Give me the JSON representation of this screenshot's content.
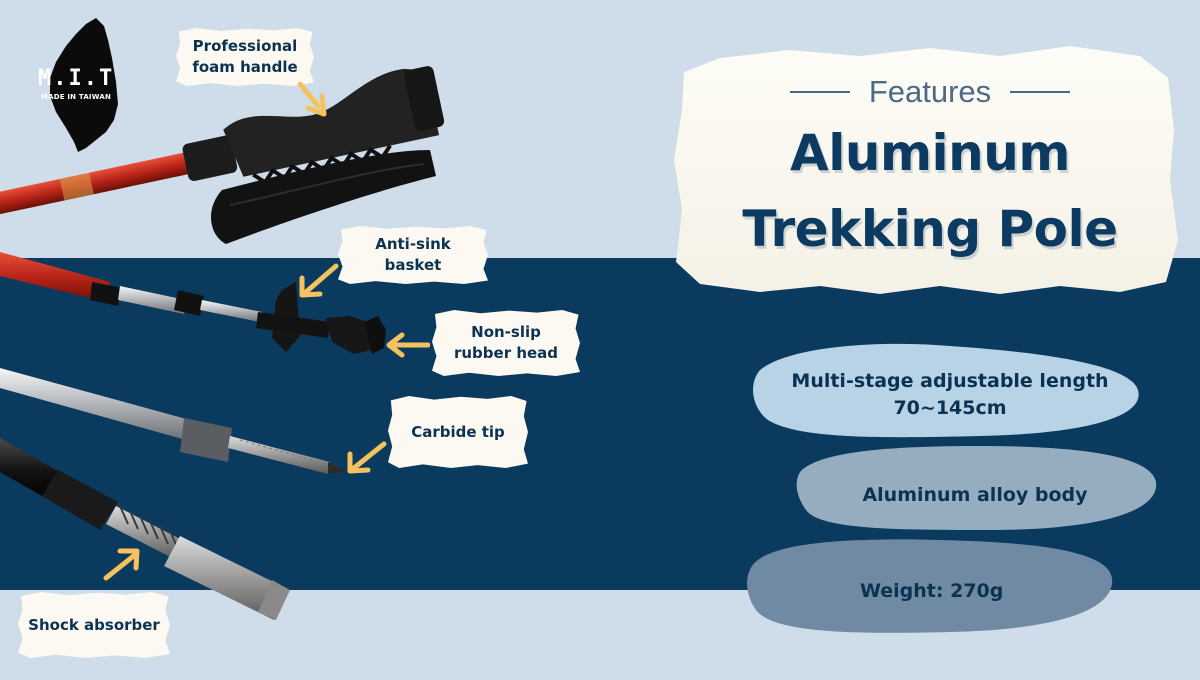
{
  "badge": {
    "title": "M.I.T",
    "subtitle": "MADE IN TAIWAN",
    "icon": "taiwan-map-icon"
  },
  "callouts": {
    "handle": "Professional\nfoam handle",
    "basket": "Anti-sink\nbasket",
    "rubber_head": "Non-slip\nrubber head",
    "tip": "Carbide tip",
    "shock": "Shock absorber"
  },
  "heading": {
    "kicker": "Features",
    "title_line1": "Aluminum",
    "title_line2": "Trekking Pole"
  },
  "features": [
    {
      "text": "Multi-stage adjustable length\n70~145cm"
    },
    {
      "text": "Aluminum alloy body"
    },
    {
      "text": "Weight: 270g"
    }
  ],
  "colors": {
    "background": "#cedde9",
    "band": "#0b3a5f",
    "title": "#0c3a60",
    "arrow": "#f4c25f",
    "label_bg": "#fbf9f1"
  }
}
